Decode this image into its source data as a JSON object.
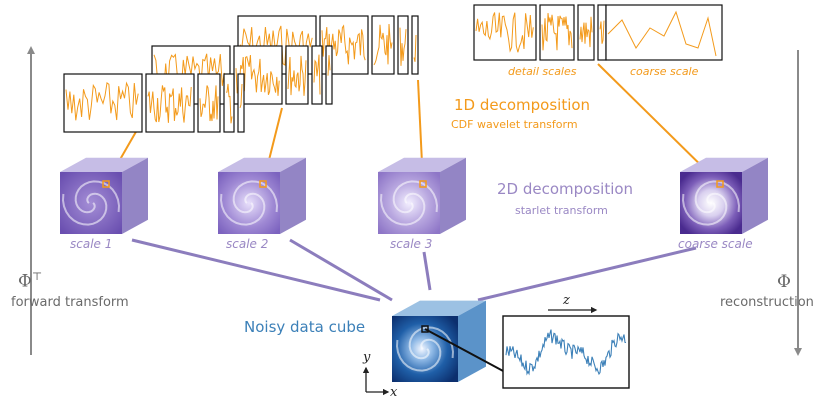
{
  "colors": {
    "orange": "#f39a1b",
    "purple": "#8c7dbd",
    "purple_light": "#b3a8d7",
    "blue": "#3c80b8",
    "gray_arrow": "#8a8a8a"
  },
  "left_axis": {
    "symbol": "Φ",
    "superscript": "⊤",
    "label": "forward transform"
  },
  "right_axis": {
    "symbol": "Φ",
    "label": "reconstruction"
  },
  "decomposition_1d": {
    "title": "1D decomposition",
    "subtitle": "CDF wavelet transform",
    "detail_label": "detail scales",
    "coarse_label": "coarse scale"
  },
  "decomposition_2d": {
    "title": "2D decomposition",
    "subtitle": "starlet transform",
    "scales": [
      "scale 1",
      "scale 2",
      "scale 3",
      "coarse scale"
    ]
  },
  "data_cube": {
    "label": "Noisy data cube",
    "axis_x": "x",
    "axis_y": "y",
    "axis_z": "z"
  }
}
